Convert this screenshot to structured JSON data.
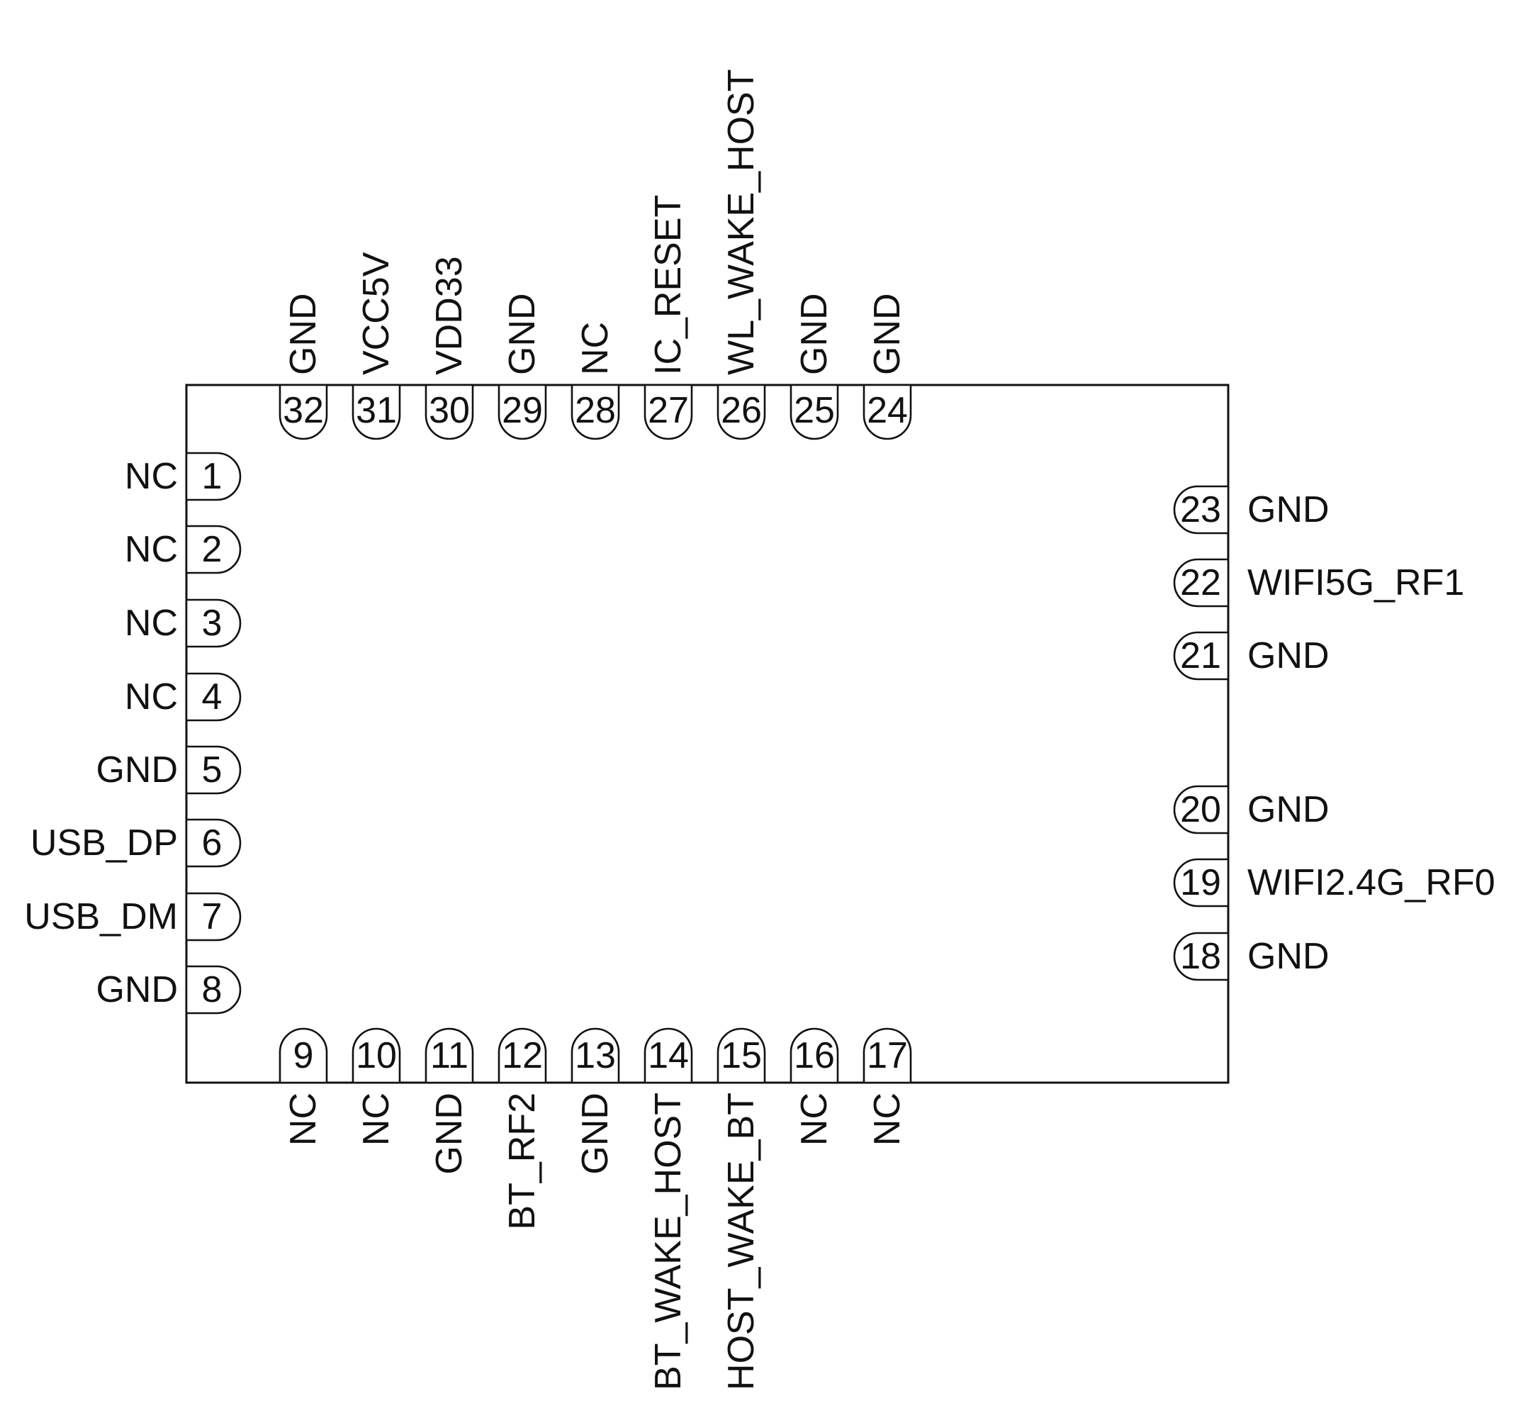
{
  "pins": {
    "left": [
      {
        "num": "1",
        "name": "NC"
      },
      {
        "num": "2",
        "name": "NC"
      },
      {
        "num": "3",
        "name": "NC"
      },
      {
        "num": "4",
        "name": "NC"
      },
      {
        "num": "5",
        "name": "GND"
      },
      {
        "num": "6",
        "name": "USB_DP"
      },
      {
        "num": "7",
        "name": "USB_DM"
      },
      {
        "num": "8",
        "name": "GND"
      }
    ],
    "bottom": [
      {
        "num": "9",
        "name": "NC"
      },
      {
        "num": "10",
        "name": "NC"
      },
      {
        "num": "11",
        "name": "GND"
      },
      {
        "num": "12",
        "name": "BT_RF2"
      },
      {
        "num": "13",
        "name": "GND"
      },
      {
        "num": "14",
        "name": "BT_WAKE_HOST"
      },
      {
        "num": "15",
        "name": "HOST_WAKE_BT"
      },
      {
        "num": "16",
        "name": "NC"
      },
      {
        "num": "17",
        "name": "NC"
      }
    ],
    "right": [
      {
        "num": "18",
        "name": "GND"
      },
      {
        "num": "19",
        "name": "WIFI2.4G_RF0"
      },
      {
        "num": "20",
        "name": "GND"
      },
      {
        "num": "21",
        "name": "GND"
      },
      {
        "num": "22",
        "name": "WIFI5G_RF1"
      },
      {
        "num": "23",
        "name": "GND"
      }
    ],
    "top": [
      {
        "num": "24",
        "name": "GND"
      },
      {
        "num": "25",
        "name": "GND"
      },
      {
        "num": "26",
        "name": "WL_WAKE_HOST"
      },
      {
        "num": "27",
        "name": "IC_RESET"
      },
      {
        "num": "28",
        "name": "NC"
      },
      {
        "num": "29",
        "name": "GND"
      },
      {
        "num": "30",
        "name": "VDD33"
      },
      {
        "num": "31",
        "name": "VCC5V"
      },
      {
        "num": "32",
        "name": "GND"
      }
    ]
  }
}
